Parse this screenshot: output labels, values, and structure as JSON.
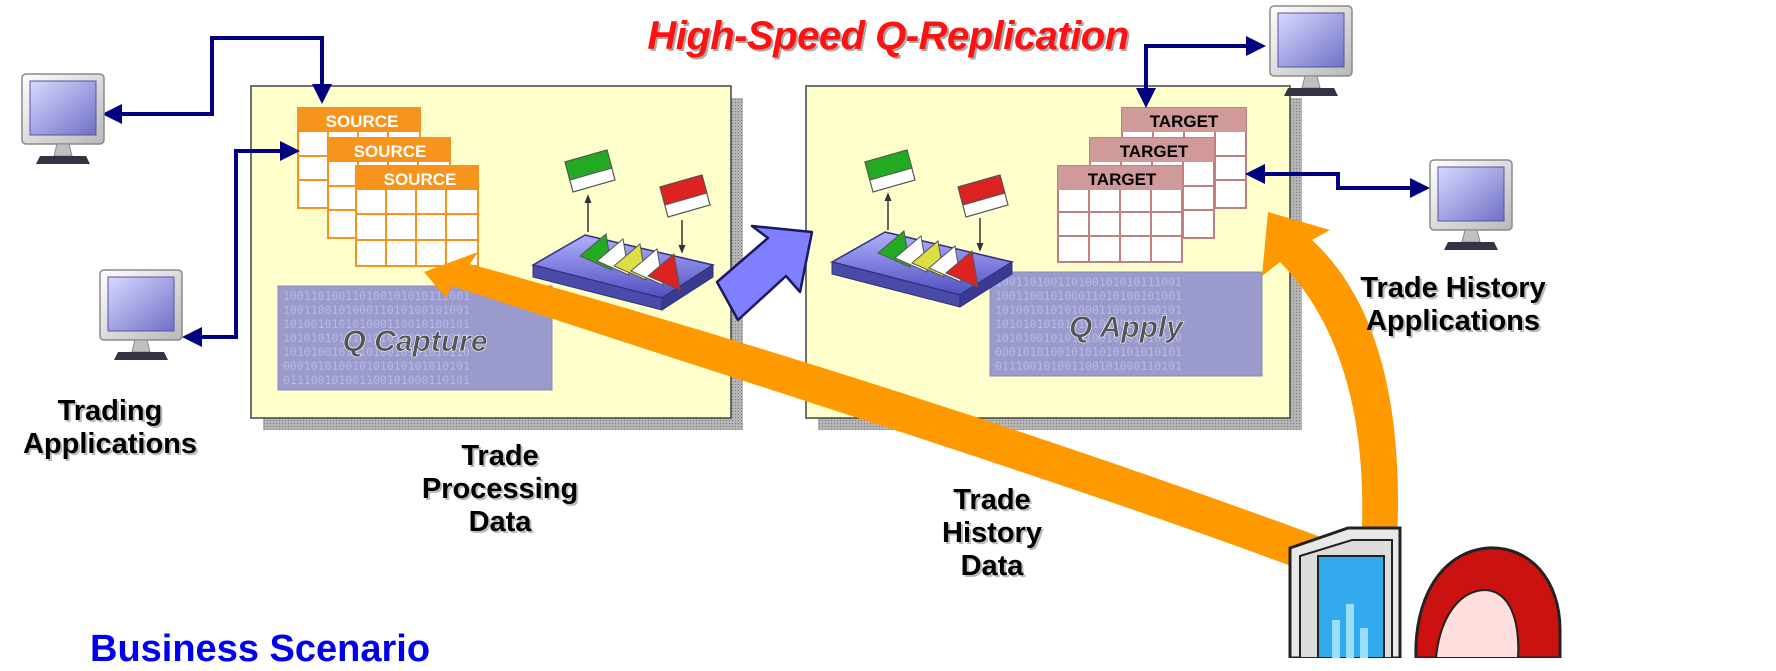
{
  "title": "High-Speed Q-Replication",
  "panels": {
    "left": {
      "tables": [
        "SOURCE",
        "SOURCE",
        "SOURCE"
      ],
      "engine_label": "Q Capture"
    },
    "right": {
      "tables": [
        "TARGET",
        "TARGET",
        "TARGET"
      ],
      "engine_label": "Q Apply"
    }
  },
  "labels": {
    "trading_apps": [
      "Trading",
      "Applications"
    ],
    "trade_history_apps": [
      "Trade History",
      "Applications"
    ],
    "trade_processing_data": [
      "Trade",
      "Processing",
      "Data"
    ],
    "trade_history_data": [
      "Trade",
      "History",
      "Data"
    ]
  },
  "bottom_heading": "Business Scenario",
  "binary_rows": [
    "100110100110100101010111001",
    "100110010100011010100101001",
    "101001010101000110010100101",
    "101010101010101010010101010",
    "101010010101010010101010110",
    "000101010010101010101010101",
    "011100101001100101000110101"
  ],
  "colors": {
    "title": "#ff1111",
    "heading": "#0000ee",
    "panel_fill": "#ffffcc",
    "source_table": "#f7941d",
    "target_table": "#c08080",
    "flow_arrow": "#ff9900",
    "connector": "#000080",
    "big_arrow": "#7f7fff"
  }
}
